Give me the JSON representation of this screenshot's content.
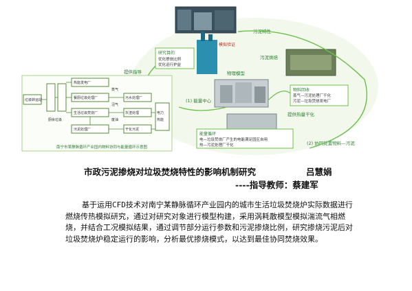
{
  "diagram": {
    "caption": "南宁市某静脉循环产业园内物料协同与能量循环示意图",
    "labels": {
      "pollution": "污泥特性",
      "sim": "模拟验证",
      "research_title": "研究目的",
      "research_1": "优化掺烧比例",
      "research_2": "优化运行护益",
      "sludge_drying": "污泥烘焙",
      "physical_model": "物理模型",
      "data_guide": "提供指导",
      "material_title": "物料回收",
      "material_1": "蒸气—污泥处理厂干化",
      "material_2": "污泥—垃圾焚烧发电厂",
      "energy_center": "(1) 能量中心",
      "dry_sludge": "提供热量干化",
      "energy_title": "能量循环",
      "energy_1": "电—垃圾焚烧厂产生的电能满足园区自用",
      "energy_2": "热—污泥处理厂干化",
      "material_proc": "(2) 协同处置物料—污泥",
      "n_plant": "热能发电厂",
      "n_living": "生活垃圾焚烧厂",
      "n_kitchen": "餐厨垃圾处理厂",
      "n_sludge": "污泥处理厂",
      "n_kitchen2": "厨余垃圾",
      "n_steam": "蒸气",
      "n_ash": "灰渣处理",
      "n_water": "污水处理厂",
      "n_dry": "干化污泥",
      "n_power": "电力",
      "n_heat": "热能",
      "n_left": "垃圾转运站",
      "n_oil": "废油",
      "n_biogas": "沼气"
    }
  },
  "header": {
    "title": "市政污泥掺烧对垃圾焚烧特性的影响机制研究",
    "author": "吕慧娟",
    "advisor": "----指导教师：蔡建军"
  },
  "abstract": "基于运用CFD技术对南宁某静脉循环产业园内的城市生活垃圾焚烧炉实际数据进行燃烧传热模拟研究，通过对研究对象进行模型构建，采用涡耗散模型模拟湍流气相燃烧，并结合工况模拟结果，通过调节部分运行参数和污泥掺烧比例，研究掺烧污泥后对垃圾焚烧炉稳定运行的影响，分析最优掺烧模式，以达到最佳协同焚烧效果。",
  "colors": {
    "green": "#6cbf4a",
    "dark_green": "#2e7d32",
    "node_border": "#5a8a3a",
    "text": "#111111"
  }
}
